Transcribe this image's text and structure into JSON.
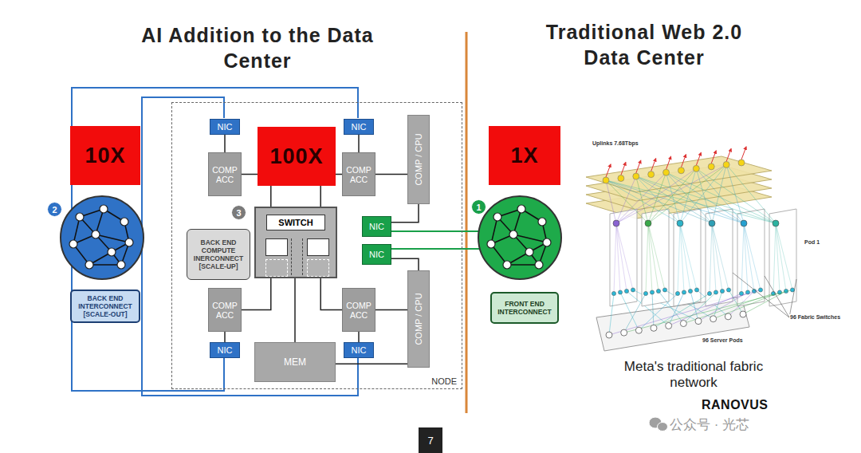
{
  "diagram": {
    "nodes": [
      {
        "text": [
          "10X"
        ]
      },
      {
        "text": [
          "2"
        ]
      },
      {
        "text": [
          "BACK END INTERCONNECT [SCALE-OUT]"
        ]
      },
      {
        "text": [
          "NODE"
        ]
      },
      {
        "text": [
          "NIC"
        ],
        "in": 3
      },
      {
        "text": [
          "NIC"
        ],
        "in": 3
      },
      {
        "text": [
          "COMP ACC"
        ],
        "in": 3
      },
      {
        "text": [
          "100X"
        ],
        "in": 3
      },
      {
        "text": [
          "COMP ACC"
        ],
        "in": 3
      },
      {
        "text": [
          "COMP / CPU"
        ],
        "in": 3
      },
      {
        "text": [
          "3"
        ],
        "in": 3
      },
      {
        "text": [
          "SWITCH"
        ],
        "in": 3
      },
      {
        "text": [
          "BACK END COMPUTE INERCONNECT [SCALE-UP]"
        ],
        "in": 3
      },
      {
        "text": [
          "NIC"
        ],
        "in": 3
      },
      {
        "text": [
          "NIC"
        ],
        "in": 3
      },
      {
        "text": [
          "COMP ACC"
        ],
        "in": 3
      },
      {
        "text": [
          "COMP ACC"
        ],
        "in": 3
      },
      {
        "text": [
          "COMP / CPU"
        ],
        "in": 3
      },
      {
        "text": [
          "NIC"
        ],
        "in": 3
      },
      {
        "text": [
          "MEM"
        ],
        "in": 3
      },
      {
        "text": [
          "NIC"
        ],
        "in": 3
      },
      {
        "text": [
          "1X"
        ]
      },
      {
        "text": [
          "1"
        ]
      },
      {
        "text": [
          "FRONT END INTERCONNECT"
        ]
      },
      {
        "text": [
          "7"
        ]
      }
    ],
    "edges": [
      {
        "from": 4,
        "to": 6,
        "arrow": "none"
      },
      {
        "from": 5,
        "to": 8,
        "arrow": "none"
      },
      {
        "from": 15,
        "to": 18,
        "arrow": "none"
      },
      {
        "from": 16,
        "to": 20,
        "arrow": "none"
      },
      {
        "from": 6,
        "to": 11,
        "arrow": "none"
      },
      {
        "from": 8,
        "to": 11,
        "arrow": "none"
      },
      {
        "from": 15,
        "to": 11,
        "arrow": "none"
      },
      {
        "from": 16,
        "to": 11,
        "arrow": "none"
      },
      {
        "from": 8,
        "to": 9,
        "arrow": "none"
      },
      {
        "from": 16,
        "to": 17,
        "arrow": "none"
      },
      {
        "from": 11,
        "to": 19,
        "arrow": "none"
      },
      {
        "from": 19,
        "to": 17,
        "arrow": "none"
      },
      {
        "from": 13,
        "to": 9,
        "arrow": "none"
      },
      {
        "from": 14,
        "to": 17,
        "arrow": "none"
      }
    ],
    "labels": [
      "AI Addition to the Data Center",
      "Traditional Web 2.0 Data Center",
      "Uplinks 7.68Tbps",
      "Pod 1",
      "96 Server Pods",
      "96 Fabric Switches",
      "Meta's traditional fabric network",
      "RANOVUS",
      "公众号 · 光芯"
    ]
  }
}
